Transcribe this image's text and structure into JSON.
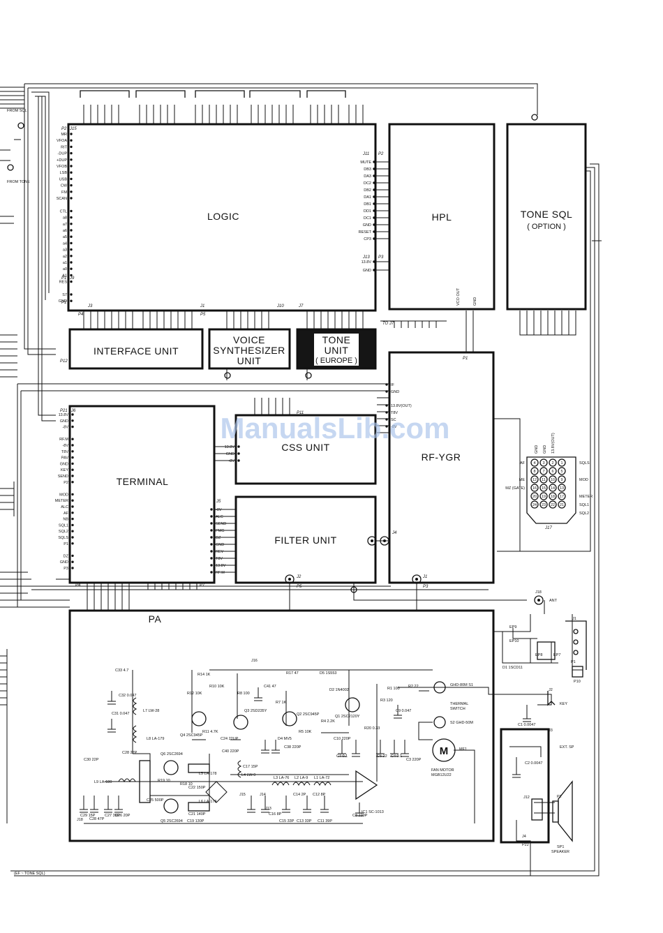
{
  "blocks": {
    "logic": "LOGIC",
    "hpl": "HPL",
    "tone_sql": "TONE SQL",
    "tone_sql_note": "( OPTION )",
    "interface_unit": "INTERFACE UNIT",
    "voice_synth_l1": "VOICE",
    "voice_synth_l2": "SYNTHESIZER",
    "voice_synth_l3": "UNIT",
    "tone_unit_l1": "TONE",
    "tone_unit_l2": "UNIT",
    "tone_unit_l3": "( EUROPE )",
    "terminal": "TERMINAL",
    "css_unit": "CSS UNIT",
    "rf_ygr": "RF-YGR",
    "filter_unit": "FILTER UNIT",
    "pa": "PA"
  },
  "left_edge": {
    "from_sql": "FROM SQL",
    "from_tone": "FROM TONE",
    "bottom_note": "(EF ~ TONE SQL)"
  },
  "logic_left_pins": [
    "MR",
    "VFOA",
    "RIT",
    "-DUP",
    "+DUP",
    "VFOB",
    "LSB",
    "USB",
    "CW",
    "FM",
    "SCAN",
    "",
    "CTL",
    "a8",
    "a7",
    "a6",
    "a5",
    "a4",
    "a3",
    "a2",
    "a1",
    "a0",
    "A1",
    "RES",
    "",
    "S7",
    "GND"
  ],
  "logic_left_connectors": [
    "P2",
    "J15",
    "P1",
    "J9",
    "P1"
  ],
  "hpl_pins": [
    "MUTE",
    "DB3",
    "DA3",
    "DC2",
    "DB2",
    "DA1",
    "DB1",
    "DD1",
    "DC1",
    "GND",
    "RESET",
    "CP3"
  ],
  "hpl_power_pins": [
    "13.8V",
    "GND"
  ],
  "hpl_connectors": [
    "J11",
    "P2",
    "J13",
    "P3"
  ],
  "terminal_left_pins": [
    "13.8V",
    "GND",
    "-8V",
    "",
    "RF.M",
    "-8V",
    "T8V",
    "PAV",
    "GND",
    "KEY",
    "SEND",
    "P2",
    "",
    "MOD",
    "METER",
    "ALC",
    "AF",
    "NB",
    "SQL1",
    "SQL2",
    "SQLS",
    "P1",
    "",
    "DZ",
    "GND",
    "P3"
  ],
  "terminal_right_pins": [
    "-8V",
    "ALC",
    "SEND",
    "PMG",
    "DZ",
    "GND",
    "REV",
    "T8V",
    "13.8V",
    "RF.M"
  ],
  "css_pins": [
    "13.8V",
    "GND",
    "-8V"
  ],
  "rf_left_pins": [
    "IF",
    "GND",
    "",
    "13.8V(OUT)",
    "T8V",
    "SC",
    "-8V"
  ],
  "connector_j17": {
    "label": "J17",
    "left_labels": [
      "AF",
      "",
      "ME",
      "MZ (GATE)"
    ],
    "right_labels": [
      "SQLS",
      "",
      "MOD",
      "",
      "METER",
      "SQL1",
      "SQL2"
    ],
    "top_labels": [
      "GND",
      "GND",
      "13.8V(OUT)"
    ],
    "pins": [
      "4",
      "3",
      "2",
      "1",
      "8",
      "7",
      "6",
      "5",
      "12",
      "11",
      "10",
      "9",
      "16",
      "15",
      "14",
      "13",
      "20",
      "19",
      "18",
      "17",
      "24",
      "23",
      "22",
      "21"
    ]
  },
  "connectors": {
    "p4": "P4",
    "p5": "P5",
    "j1": "J1",
    "j2": "J2",
    "j3": "J3",
    "j4": "J4",
    "j5": "J5",
    "j7": "J7",
    "j10": "J10",
    "p11": "P11",
    "p12": "P12",
    "p21": "P21",
    "j6": "J6",
    "p7": "P7",
    "p3": "P3",
    "p22": "P22",
    "p10": "P10",
    "to_j7": "TO J7",
    "vco_out": "VCO OUT",
    "gnd": "GND",
    "p1": "P1"
  },
  "pa_parts": [
    "C33 4.7",
    "C32 0.047",
    "C31 0.047",
    "L7 LW-28",
    "L8 LA-179",
    "C30 22P",
    "C28 27P",
    "Q4 2SC945P",
    "R12 10K",
    "R14 1K",
    "R11 4.7K",
    "R10 10K",
    "C24 22UP",
    "Q3 2SD235Y",
    "R8 100",
    "C41 47",
    "R7 1K",
    "Q2 2SC945P",
    "D4 MV5",
    "R5 10K",
    "C38 220P",
    "C40 220P",
    "R17 47",
    "D5 1S553",
    "D2 1N4002",
    "Q1 2SC2120Y",
    "R4 2.2K",
    "R3 120",
    "R1 100",
    "R2 22",
    "C9 0.047",
    "R20 0.33",
    "C10 220P",
    "C7 0.1",
    "C5 22",
    "C4 0.1",
    "C3 220P",
    "Q6 2SC2694",
    "Q5 2SC2694",
    "R19 10",
    "R18 10",
    "C25 500P",
    "L9 LA-180",
    "L5 LA-178",
    "L6 LA-178",
    "C22 150P",
    "C21 140P",
    "C19 130P",
    "C29 15P",
    "C28 47P",
    "C27 39P",
    "C26 20P",
    "L4 LW-9",
    "C17 15P",
    "L3 LA-76",
    "L2 LA-9",
    "L1 LA-72",
    "C14 2P",
    "C12 8P",
    "C16 8P",
    "C15 33P",
    "C13 33P",
    "C11 39P",
    "C8 220P",
    "IC1 SC-1013",
    "J15",
    "J14",
    "J16",
    "J13",
    "J18"
  ],
  "right_side": {
    "thermal_s1": "GHD-80M S1",
    "thermal_switch_l1": "THERMAL",
    "thermal_switch_l2": "SWITCH",
    "s2": "S2 GHD-50M",
    "motor_symbol": "M",
    "motor_ref": "MF1",
    "fan_motor_l1": "FAN MOTOR",
    "fan_motor_l2": "MGB12U22",
    "ant": "ANT",
    "j18": "J18",
    "j1": "J1",
    "ep9": "EP9",
    "ep10": "EP10",
    "ep8": "EP8",
    "ep7": "EP7",
    "d1": "D1 1SCD11",
    "p1": "P1",
    "p10": "P10",
    "j2": "J2",
    "key": "KEY",
    "c1": "C1 0.0047",
    "j3": "J3",
    "ext_sp": "EXT. SP",
    "c2": "C2 0.0047",
    "j12": "J12",
    "p2": "P2",
    "j4": "J4",
    "p22": "P22",
    "sp1": "SP1",
    "speaker": "SPEAKER"
  },
  "watermark": "ManualsLib.com"
}
